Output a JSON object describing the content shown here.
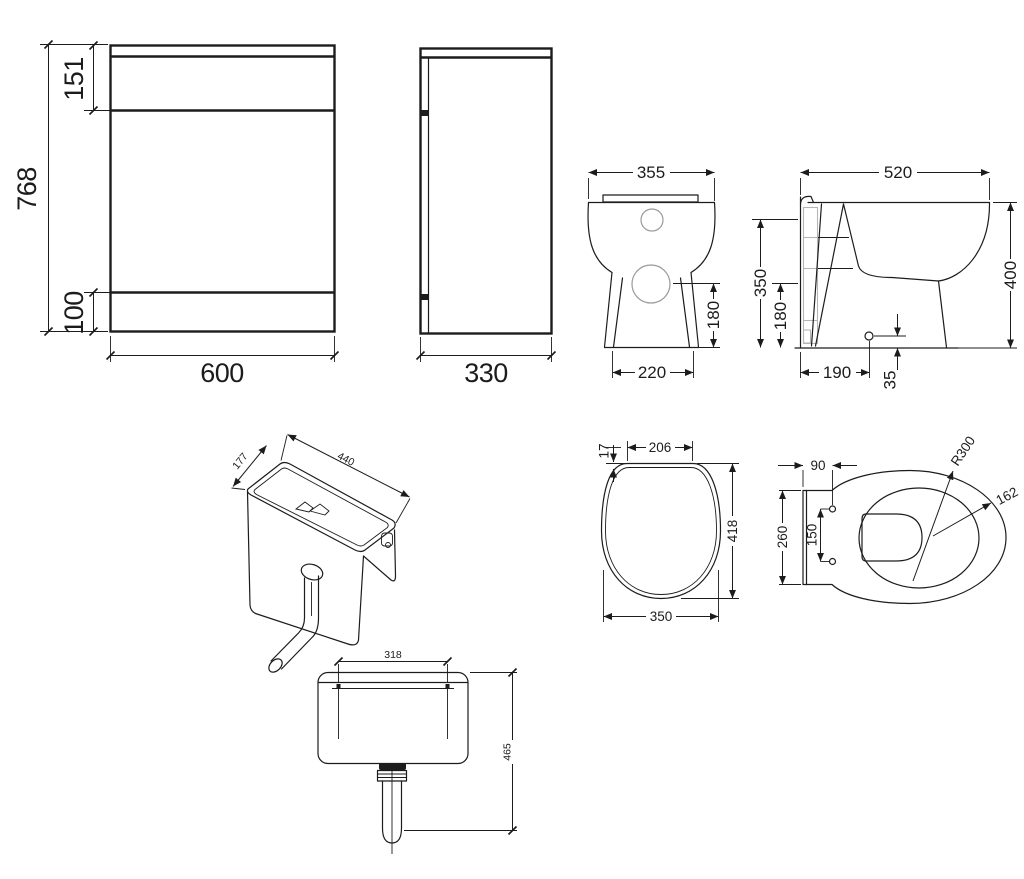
{
  "drawing": {
    "vanity_front": {
      "height": "768",
      "top_section": "151",
      "plinth": "100",
      "width": "600"
    },
    "vanity_side": {
      "depth": "330"
    },
    "pan_front": {
      "width": "355",
      "outlet_height": "180",
      "base_width": "220"
    },
    "pan_side": {
      "depth": "520",
      "height": "400",
      "back_height": "350",
      "outlet_height": "180",
      "outlet_setout": "190",
      "outlet_floor_gap": "35"
    },
    "cistern_iso": {
      "depth": "177",
      "width": "440"
    },
    "seat_top": {
      "hinge_width": "206",
      "hinge_depth": "17",
      "length": "418",
      "width": "350"
    },
    "pan_top": {
      "flange_depth": "90",
      "back_width": "260",
      "fixing_centres": "150",
      "rim_radius": "R300",
      "bowl_radius": "162"
    },
    "cistern_front": {
      "fixing_centres": "318",
      "height": "465"
    }
  }
}
